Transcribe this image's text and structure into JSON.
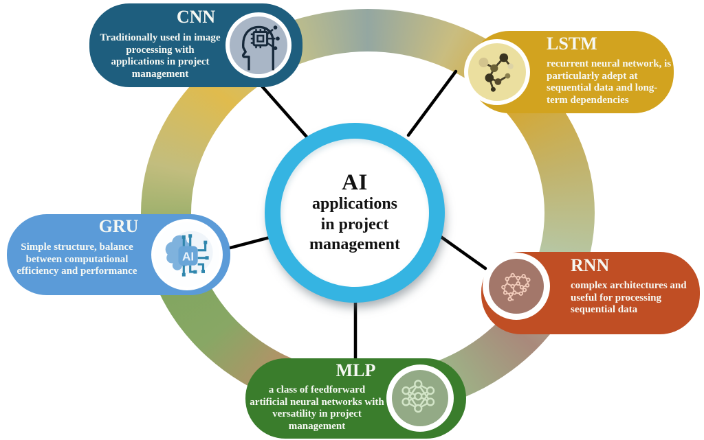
{
  "center": {
    "title": "AI",
    "lines": [
      "applications",
      "in project",
      "management"
    ],
    "ring_color": "#35b4e2"
  },
  "ring_gradient": [
    "#94a7a1",
    "#c9bd80",
    "#d7a62c",
    "#c2b36b",
    "#b6c7a5",
    "#a9897b",
    "#9db487",
    "#c0936d",
    "#bb8e68",
    "#88a765",
    "#7fa65e",
    "#c2bd7e",
    "#e0bb4d",
    "#c4c188",
    "#94a7a1"
  ],
  "connector_color": "#000000",
  "nodes": [
    {
      "id": "cnn",
      "title": "CNN",
      "description": "Traditionally used in image processing with applications in project management",
      "color": "#1e5e7e",
      "icon": "head-with-chip-icon"
    },
    {
      "id": "lstm",
      "title": "LSTM",
      "description": "recurrent neural network, is particularly adept at sequential data and long-term dependencies",
      "color": "#d2a31f",
      "icon": "molecule-network-icon"
    },
    {
      "id": "gru",
      "title": "GRU",
      "description": "Simple structure, balance between computational efficiency and performance",
      "color": "#5b9bd8",
      "icon": "brain-ai-chip-icon"
    },
    {
      "id": "rnn",
      "title": "RNN",
      "description": "complex architectures and useful for processing sequential data",
      "color": "#c04e24",
      "icon": "brain-network-icon"
    },
    {
      "id": "mlp",
      "title": "MLP",
      "description": "a class of feedforward artificial neural networks with versatility in project management",
      "color": "#3a7d2c",
      "icon": "feedforward-network-icon"
    }
  ]
}
